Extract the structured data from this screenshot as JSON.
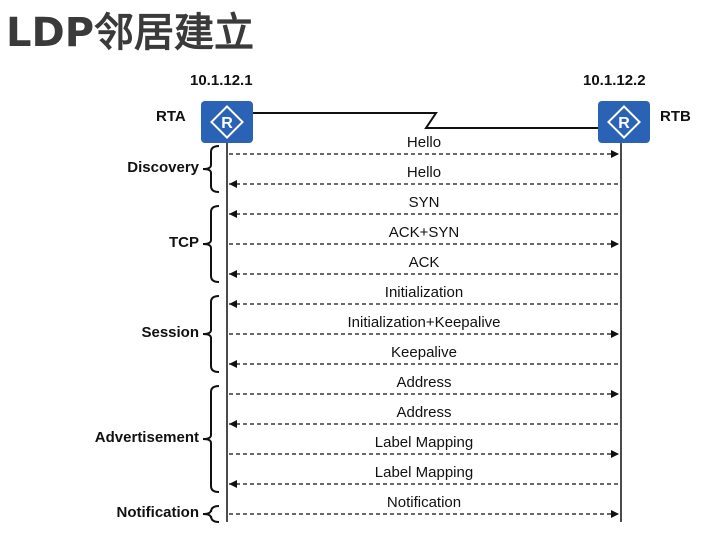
{
  "title": "LDP邻居建立",
  "routers": {
    "rta": {
      "ip": "10.1.12.1",
      "name": "RTA",
      "icon": "router-icon"
    },
    "rtb": {
      "ip": "10.1.12.2",
      "name": "RTB",
      "icon": "router-icon"
    }
  },
  "colors": {
    "router_blue": "#2a63b5",
    "line": "#111111"
  },
  "messages": [
    {
      "label": "Hello",
      "direction": "right"
    },
    {
      "label": "Hello",
      "direction": "left"
    },
    {
      "label": "SYN",
      "direction": "left"
    },
    {
      "label": "ACK+SYN",
      "direction": "right"
    },
    {
      "label": "ACK",
      "direction": "left"
    },
    {
      "label": "Initialization",
      "direction": "left"
    },
    {
      "label": "Initialization+Keepalive",
      "direction": "right"
    },
    {
      "label": "Keepalive",
      "direction": "left"
    },
    {
      "label": "Address",
      "direction": "right"
    },
    {
      "label": "Address",
      "direction": "left"
    },
    {
      "label": "Label Mapping",
      "direction": "right"
    },
    {
      "label": "Label Mapping",
      "direction": "left"
    },
    {
      "label": "Notification",
      "direction": "right"
    }
  ],
  "phases": [
    {
      "label": "Discovery",
      "first": 0,
      "last": 1
    },
    {
      "label": "TCP",
      "first": 2,
      "last": 4
    },
    {
      "label": "Session",
      "first": 5,
      "last": 7
    },
    {
      "label": "Advertisement",
      "first": 8,
      "last": 11
    },
    {
      "label": "Notification",
      "first": 12,
      "last": 12
    }
  ]
}
